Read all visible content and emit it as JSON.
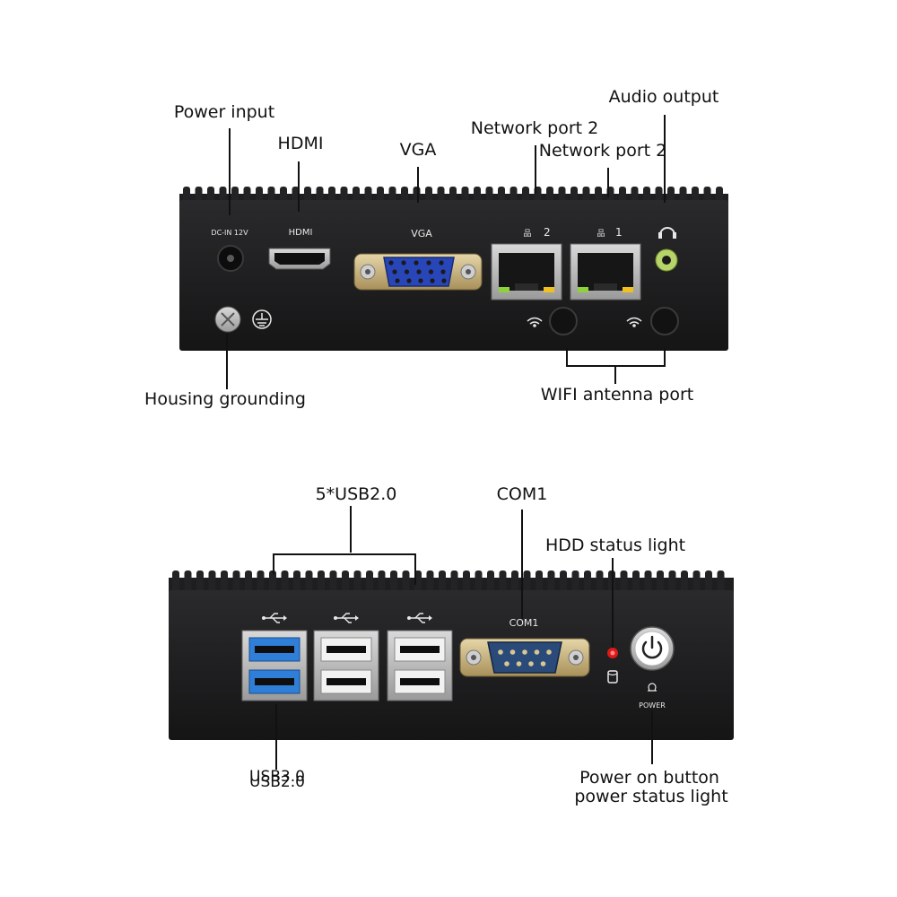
{
  "top_panel": {
    "callouts": {
      "power_input": "Power input",
      "hdmi": "HDMI",
      "vga": "VGA",
      "network_port_2_upper": "Network port 2",
      "network_port_2_lower": "Network port 2",
      "audio_output": "Audio output",
      "housing_grounding": "Housing grounding",
      "wifi_antenna_port": "WIFI antenna port"
    },
    "printed": {
      "dc_in": "DC-IN 12V",
      "hdmi": "HDMI",
      "vga": "VGA",
      "lan2": "2",
      "lan1": "1"
    }
  },
  "bottom_panel": {
    "callouts": {
      "usb_group": "5*USB2.0",
      "com1": "COM1",
      "hdd_status_light": "HDD status light",
      "usb_overlap_a": "USB3.0",
      "usb_overlap_b": "USB2.0",
      "power_button_line1": "Power on button",
      "power_button_line2": "power status light"
    },
    "printed": {
      "com1": "COM1",
      "power": "POWER"
    }
  },
  "colors": {
    "chassis": "#1c1c1e",
    "usb3_blue": "#2f7fd8",
    "vga_blue": "#2846b8",
    "led_red": "#e01818",
    "audio_green": "#b7d46a"
  }
}
